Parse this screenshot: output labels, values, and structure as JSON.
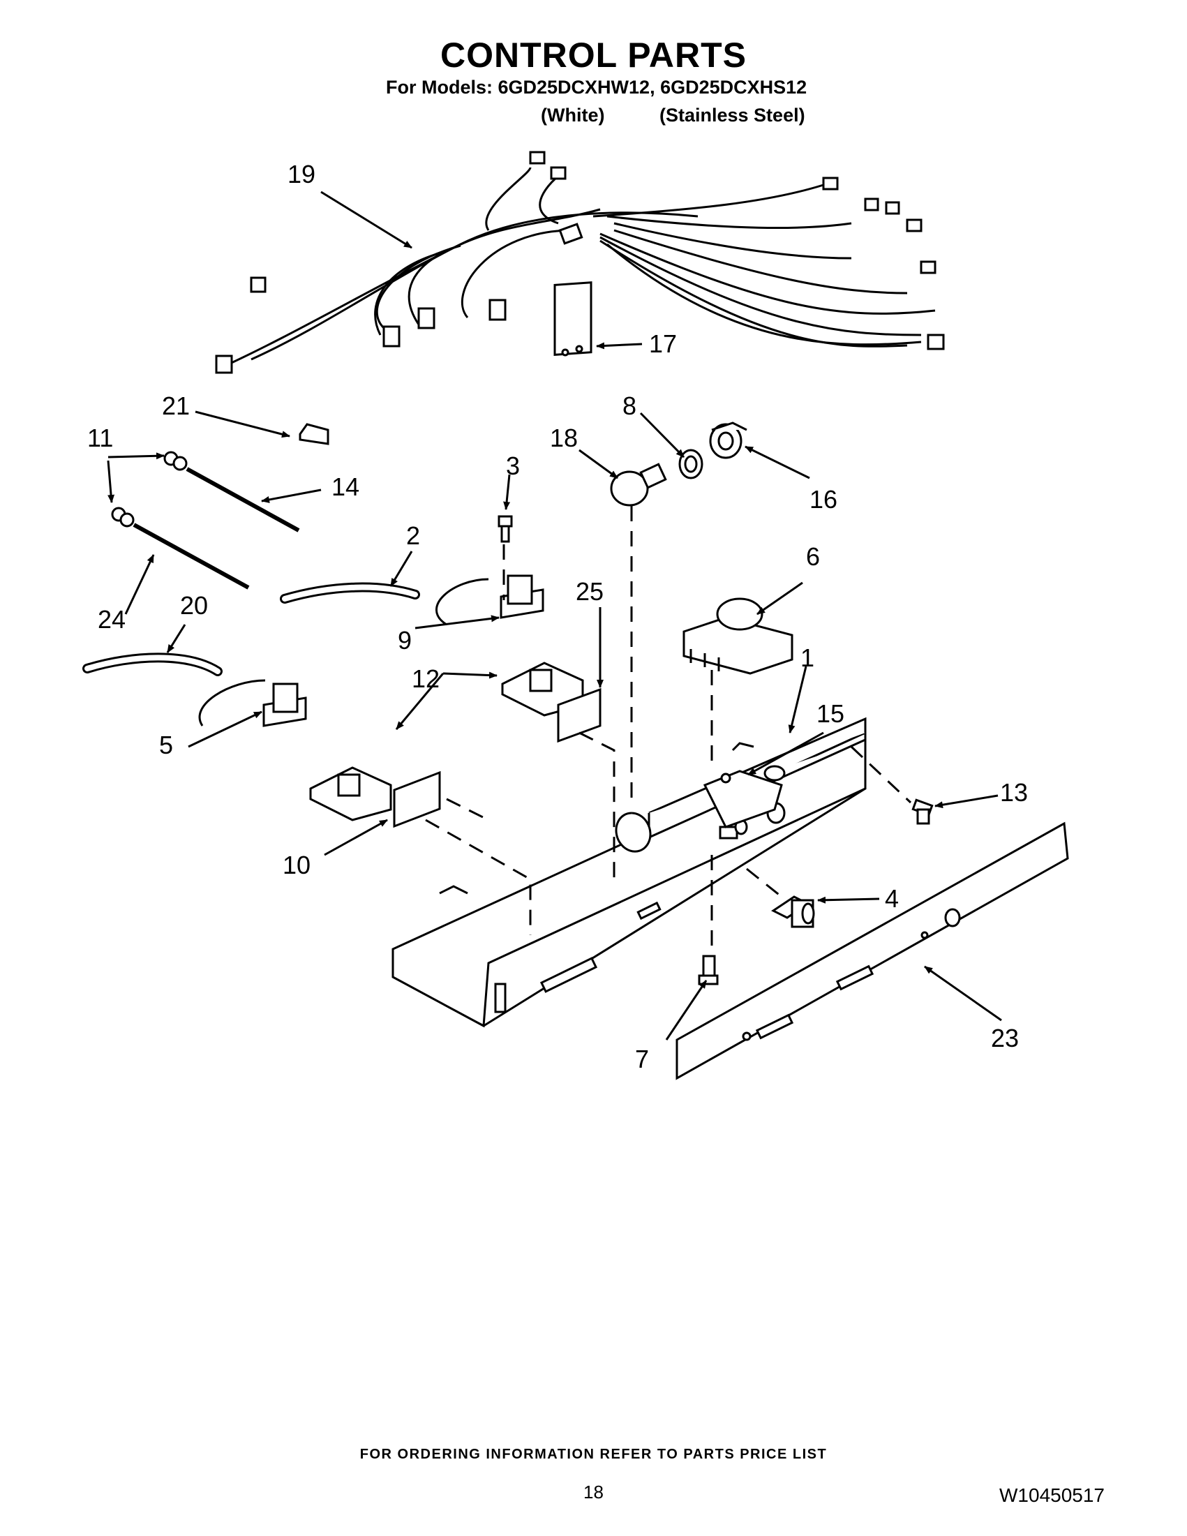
{
  "title": "CONTROL PARTS",
  "models_line": "For Models: 6GD25DCXHW12, 6GD25DCXHS12",
  "colors": [
    "(White)",
    "(Stainless Steel)"
  ],
  "callouts": [
    "1",
    "2",
    "3",
    "4",
    "5",
    "6",
    "7",
    "8",
    "9",
    "10",
    "11",
    "12",
    "13",
    "14",
    "15",
    "16",
    "17",
    "18",
    "19",
    "20",
    "21",
    "23",
    "24",
    "25"
  ],
  "footer_note": "FOR ORDERING INFORMATION REFER TO PARTS PRICE LIST",
  "page_number": "18",
  "doc_number": "W10450517"
}
